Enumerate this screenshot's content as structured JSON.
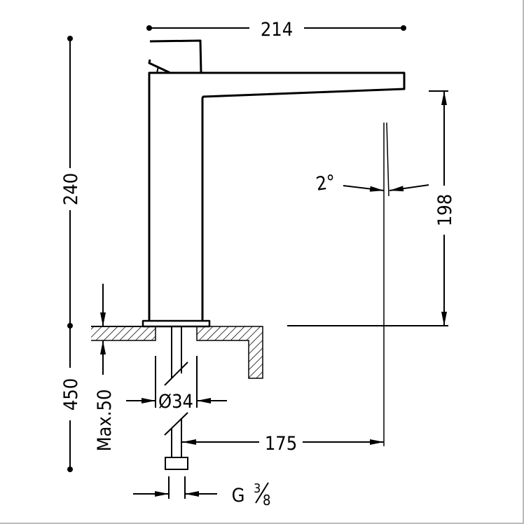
{
  "title": "Tall basin faucet dimension drawing",
  "dimensions": {
    "spout_length": "214",
    "total_height": "240",
    "spout_height": "198",
    "angle": "2°",
    "hose_length": "450",
    "max_counter_thickness": "Max.50",
    "hole_diameter": "Ø34",
    "spout_reach": "175",
    "thread": "G",
    "thread_num": "3",
    "thread_den": "8"
  },
  "colors": {
    "line": "#000000",
    "background": "#ffffff"
  }
}
